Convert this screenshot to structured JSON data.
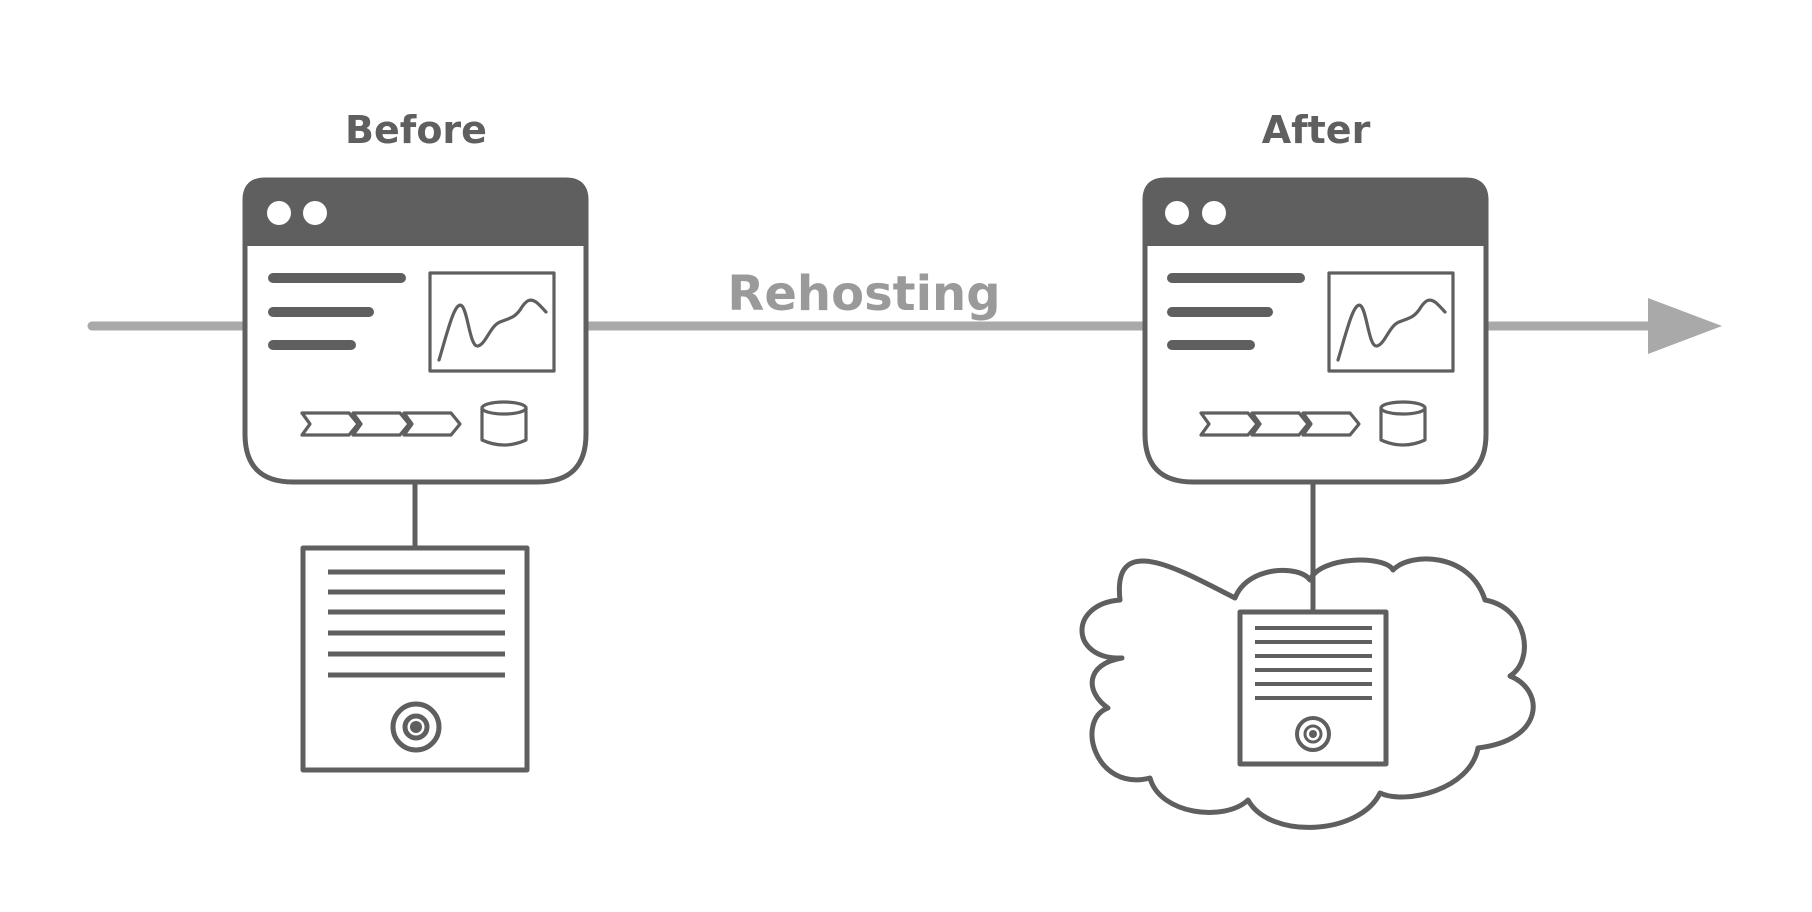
{
  "labels": {
    "before": "Before",
    "after": "After",
    "process": "Rehosting"
  },
  "colors": {
    "stroke": "#5f5f5f",
    "arrow": "#a9a9a9",
    "process_text": "#9a9a9a",
    "background": "#ffffff"
  },
  "icons": {
    "before_app": "application-window-icon",
    "after_app": "application-window-icon",
    "before_server": "server-icon",
    "after_server": "server-icon",
    "cloud": "cloud-icon",
    "arrow": "right-arrow-icon"
  }
}
